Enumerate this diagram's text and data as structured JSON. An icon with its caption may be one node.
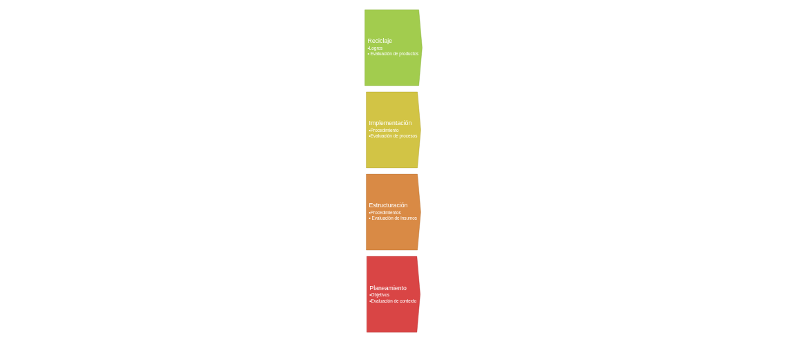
{
  "diagram": {
    "nodes": [
      {
        "text": [
          "Planeamiento",
          "•Objetivos",
          "•Evaluación de contexto"
        ]
      },
      {
        "text": [
          "Estructuración",
          "•Procedimientos",
          "• Evaluación de insumos"
        ]
      },
      {
        "text": [
          "Implementación",
          "•Procedimiento",
          "•Evaluación de procesos"
        ]
      },
      {
        "text": [
          "Reciclaje",
          "•Logros",
          "• Evaluación de productos"
        ]
      }
    ]
  }
}
